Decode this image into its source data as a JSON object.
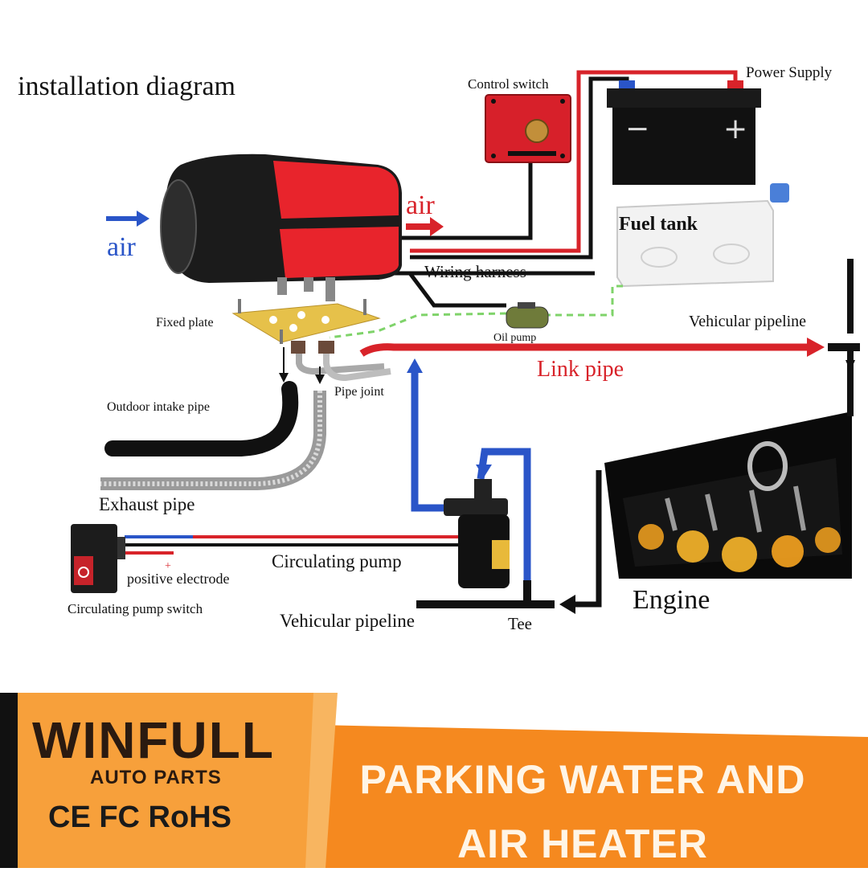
{
  "diagram": {
    "title": "installation diagram",
    "labels": {
      "control_switch": "Control switch",
      "power_supply": "Power Supply",
      "battery_minus": "−",
      "battery_plus": "+",
      "fuel_tank": "Fuel tank",
      "air_in": "air",
      "air_out": "air",
      "wiring_harness": "Wiring harness",
      "fixed_plate": "Fixed plate",
      "oil_pump": "Oil pump",
      "vehicular_pipeline_top": "Vehicular pipeline",
      "link_pipe": "Link pipe",
      "outdoor_intake_pipe": "Outdoor intake pipe",
      "pipe_joint": "Pipe joint",
      "exhaust_pipe": "Exhaust pipe",
      "circulating_pump": "Circulating pump",
      "positive_plus": "+",
      "positive_electrode": "positive electrode",
      "circulating_pump_switch": "Circulating pump switch",
      "vehicular_pipeline_bottom": "Vehicular pipeline",
      "tee": "Tee",
      "engine": "Engine"
    },
    "colors": {
      "red_line": "#d8232a",
      "blue_line": "#2a55c8",
      "black_line": "#111111",
      "green_dash": "#7fd36a",
      "heater_red": "#e8242c",
      "plate_yellow": "#e6c14a"
    }
  },
  "banner": {
    "brand": "WINFULL",
    "sub": "AUTO PARTS",
    "certs": "CE FC RoHS",
    "product_title": "PARKING WATER AND AIR HEATER",
    "colors": {
      "orange": "#f5891f",
      "dark": "#2a1a10"
    }
  }
}
